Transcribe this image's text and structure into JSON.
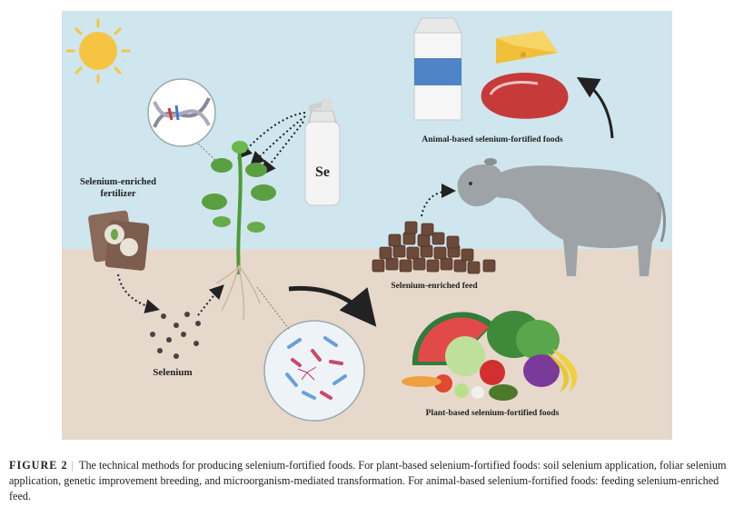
{
  "figure": {
    "labels": {
      "fertilizer_line1": "Selenium-enriched",
      "fertilizer_line2": "fertilizer",
      "selenium": "Selenium",
      "spray_bottle": "Se",
      "animal_foods": "Animal-based selenium-fortified foods",
      "feed": "Selenium-enriched feed",
      "plant_foods": "Plant-based selenium-fortified foods"
    },
    "colors": {
      "sky": "#cfe6ee",
      "soil": "#e7d8cc",
      "sun": "#f5c542",
      "feed": "#6b4a3a",
      "cow": "#9ea3a8",
      "leaf": "#5aa040"
    }
  },
  "caption": {
    "label": "FIGURE 2",
    "separator": "|",
    "text": "The technical methods for producing selenium-fortified foods. For plant-based selenium-fortified foods: soil selenium application, foliar selenium application, genetic improvement breeding, and microorganism-mediated transformation. For animal-based selenium-fortified foods: feeding selenium-enriched feed."
  }
}
